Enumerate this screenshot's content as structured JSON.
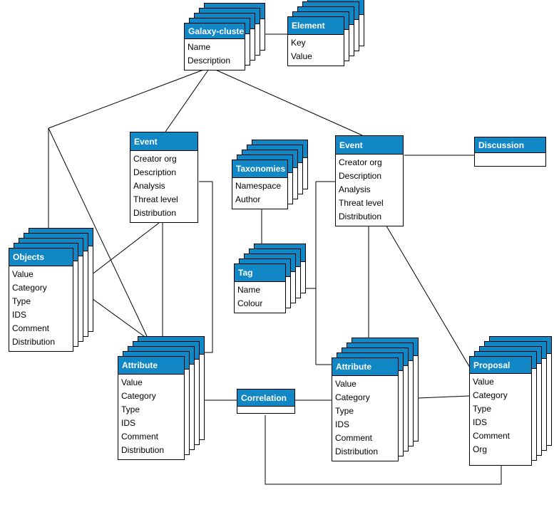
{
  "diagram": {
    "colors": {
      "header_bg": "#1287C6",
      "header_text": "#FFFFFF",
      "body_text": "#000000",
      "border": "#000000",
      "connector": "#000000"
    },
    "entities": {
      "galaxy_cluster": {
        "title": "Galaxy-cluster",
        "rows": [
          "Name",
          "Description"
        ],
        "stacked": true
      },
      "element": {
        "title": "Element",
        "rows": [
          "Key",
          "Value"
        ],
        "stacked": true
      },
      "event_left": {
        "title": "Event",
        "rows": [
          "Creator org",
          "Description",
          "Analysis",
          "Threat level",
          "Distribution"
        ],
        "stacked": false
      },
      "taxonomies": {
        "title": "Taxonomies",
        "rows": [
          "Namespace",
          "Author"
        ],
        "stacked": true
      },
      "event_right": {
        "title": "Event",
        "rows": [
          "Creator org",
          "Description",
          "Analysis",
          "Threat level",
          "Distribution"
        ],
        "stacked": false
      },
      "discussion": {
        "title": "Discussion",
        "rows": [],
        "stacked": false
      },
      "objects": {
        "title": "Objects",
        "rows": [
          "Value",
          "Category",
          "Type",
          "IDS",
          "Comment",
          "Distribution"
        ],
        "stacked": true
      },
      "tag": {
        "title": "Tag",
        "rows": [
          "Name",
          "Colour"
        ],
        "stacked": true
      },
      "attribute_left": {
        "title": "Attribute",
        "rows": [
          "Value",
          "Category",
          "Type",
          "IDS",
          "Comment",
          "Distribution"
        ],
        "stacked": true
      },
      "correlation": {
        "title": "Correlation",
        "rows": [],
        "stacked": false
      },
      "attribute_right": {
        "title": "Attribute",
        "rows": [
          "Value",
          "Category",
          "Type",
          "IDS",
          "Comment",
          "Distribution"
        ],
        "stacked": true
      },
      "proposal": {
        "title": "Proposal",
        "rows": [
          "Value",
          "Category",
          "Type",
          "IDS",
          "Comment",
          "Org"
        ],
        "stacked": true
      }
    },
    "connections": [
      "galaxy_cluster — element",
      "galaxy_cluster — event_left",
      "galaxy_cluster — event_right",
      "galaxy_cluster — objects",
      "galaxy_cluster — attribute_left",
      "objects — event_left",
      "objects — attribute_left",
      "event_left — attribute_left (bottom)",
      "event_left — attribute_left (right side)",
      "taxonomies — tag",
      "tag — event_right",
      "tag — attribute_right",
      "event_right — discussion",
      "event_right — attribute_right",
      "event_right — proposal",
      "attribute_left — correlation",
      "correlation — attribute_right",
      "attribute_right — proposal",
      "correlation — proposal (bottom route)"
    ]
  }
}
